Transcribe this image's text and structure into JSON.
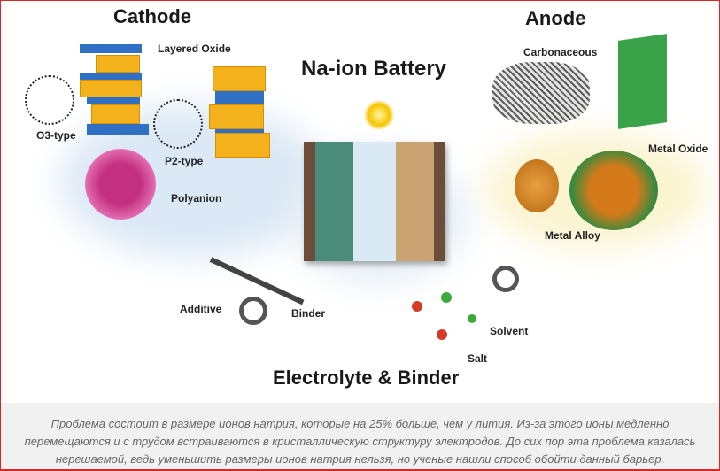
{
  "figure": {
    "title": "Na-ion Battery",
    "cathode": {
      "heading": "Cathode",
      "layered_oxide": "Layered Oxide",
      "o3": "O3-type",
      "p2": "P2-type",
      "polyanion": "Polyanion"
    },
    "anode": {
      "heading": "Anode",
      "carbonaceous": "Carbonaceous",
      "metal_oxide": "Metal Oxide",
      "metal_alloy": "Metal Alloy"
    },
    "electrolyte": {
      "heading": "Electrolyte & Binder",
      "additive": "Additive",
      "binder": "Binder",
      "solvent": "Solvent",
      "salt": "Salt"
    }
  },
  "caption": {
    "lines": [
      "Проблема состоит в размере ионов натрия, которые на 25% больше, чем у лития. Из-за этого ионы медленно",
      "перемещаются и с трудом встраиваются в кристаллическую структуру электродов. До сих пор эта проблема казалась",
      "нерешаемой, ведь уменьшить размеры ионов натрия нельзя, но ученые нашли способ обойти данный барьер."
    ]
  }
}
